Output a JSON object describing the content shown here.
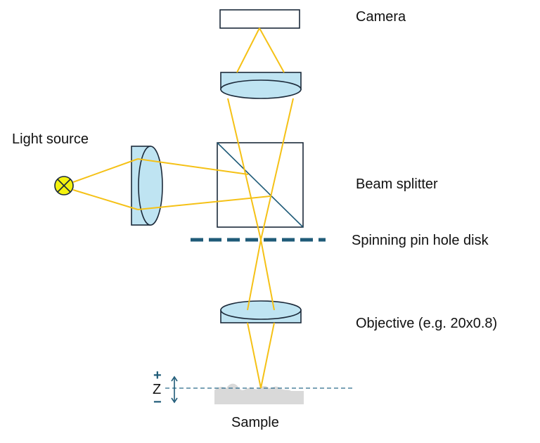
{
  "labels": {
    "camera": "Camera",
    "light_source": "Light source",
    "beam_splitter": "Beam splitter",
    "pinhole_disk": "Spinning pin hole disk",
    "objective": "Objective (e.g. 20x0.8)",
    "sample": "Sample",
    "z_axis": "Z",
    "z_plus": "+",
    "z_minus": "−"
  },
  "colors": {
    "beam": "#f5c116",
    "lens_fill": "#bfe4f2",
    "outline": "#1c2a3a",
    "disk": "#1f5b78",
    "source_fill": "#f4f20e",
    "sample_fill": "#d9d9d9",
    "focal_line": "#2a6a8a"
  }
}
